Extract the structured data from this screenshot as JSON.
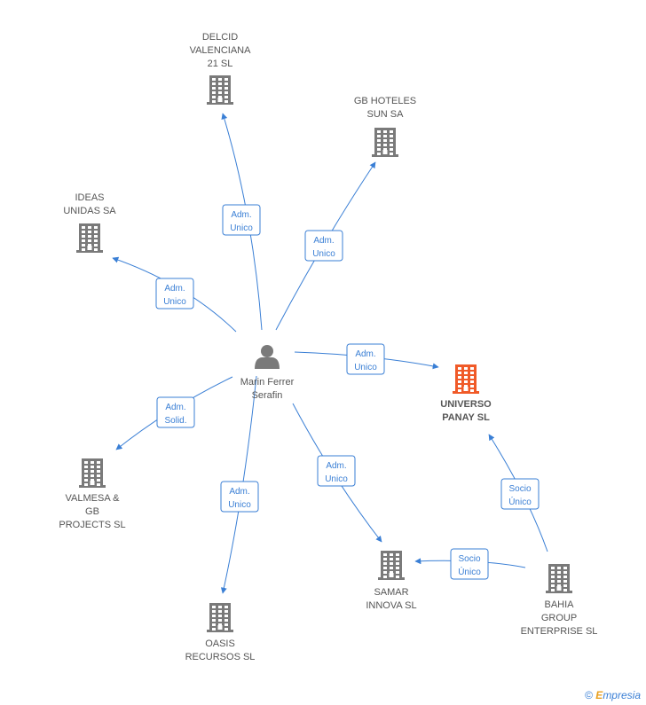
{
  "colors": {
    "edge": "#3a7fd5",
    "building": "#7a7a7a",
    "building_main": "#f05a28",
    "person": "#7a7a7a",
    "label": "#555555"
  },
  "center": {
    "id": "marin",
    "label": [
      "Marin Ferrer",
      "Serafin"
    ],
    "icon": "person-icon"
  },
  "nodes": [
    {
      "id": "delcid",
      "label": [
        "DELCID",
        "VALENCIANA",
        "21 SL"
      ],
      "icon": "building-icon"
    },
    {
      "id": "gbhoteles",
      "label": [
        "GB HOTELES",
        "SUN SA"
      ],
      "icon": "building-icon"
    },
    {
      "id": "ideas",
      "label": [
        "IDEAS",
        "UNIDAS SA"
      ],
      "icon": "building-icon"
    },
    {
      "id": "universo",
      "label": [
        "UNIVERSO",
        "PANAY SL"
      ],
      "icon": "building-icon",
      "main": true
    },
    {
      "id": "valmesa",
      "label": [
        "VALMESA &",
        "GB",
        "PROJECTS SL"
      ],
      "icon": "building-icon"
    },
    {
      "id": "oasis",
      "label": [
        "OASIS",
        "RECURSOS SL"
      ],
      "icon": "building-icon"
    },
    {
      "id": "samar",
      "label": [
        "SAMAR",
        "INNOVA SL"
      ],
      "icon": "building-icon"
    },
    {
      "id": "bahia",
      "label": [
        "BAHIA",
        "GROUP",
        "ENTERPRISE  SL"
      ],
      "icon": "building-icon"
    }
  ],
  "edges": [
    {
      "from": "marin",
      "to": "delcid",
      "label": [
        "Adm.",
        "Unico"
      ]
    },
    {
      "from": "marin",
      "to": "gbhoteles",
      "label": [
        "Adm.",
        "Unico"
      ]
    },
    {
      "from": "marin",
      "to": "ideas",
      "label": [
        "Adm.",
        "Unico"
      ]
    },
    {
      "from": "marin",
      "to": "universo",
      "label": [
        "Adm.",
        "Unico"
      ]
    },
    {
      "from": "marin",
      "to": "valmesa",
      "label": [
        "Adm.",
        "Solid."
      ]
    },
    {
      "from": "marin",
      "to": "oasis",
      "label": [
        "Adm.",
        "Unico"
      ]
    },
    {
      "from": "marin",
      "to": "samar",
      "label": [
        "Adm.",
        "Unico"
      ]
    },
    {
      "from": "bahia",
      "to": "samar",
      "label": [
        "Socio",
        "Único"
      ]
    },
    {
      "from": "bahia",
      "to": "universo",
      "label": [
        "Socio",
        "Único"
      ]
    }
  ],
  "footer": {
    "copyright": "©",
    "brand_initial": "E",
    "brand_rest": "mpresia"
  }
}
